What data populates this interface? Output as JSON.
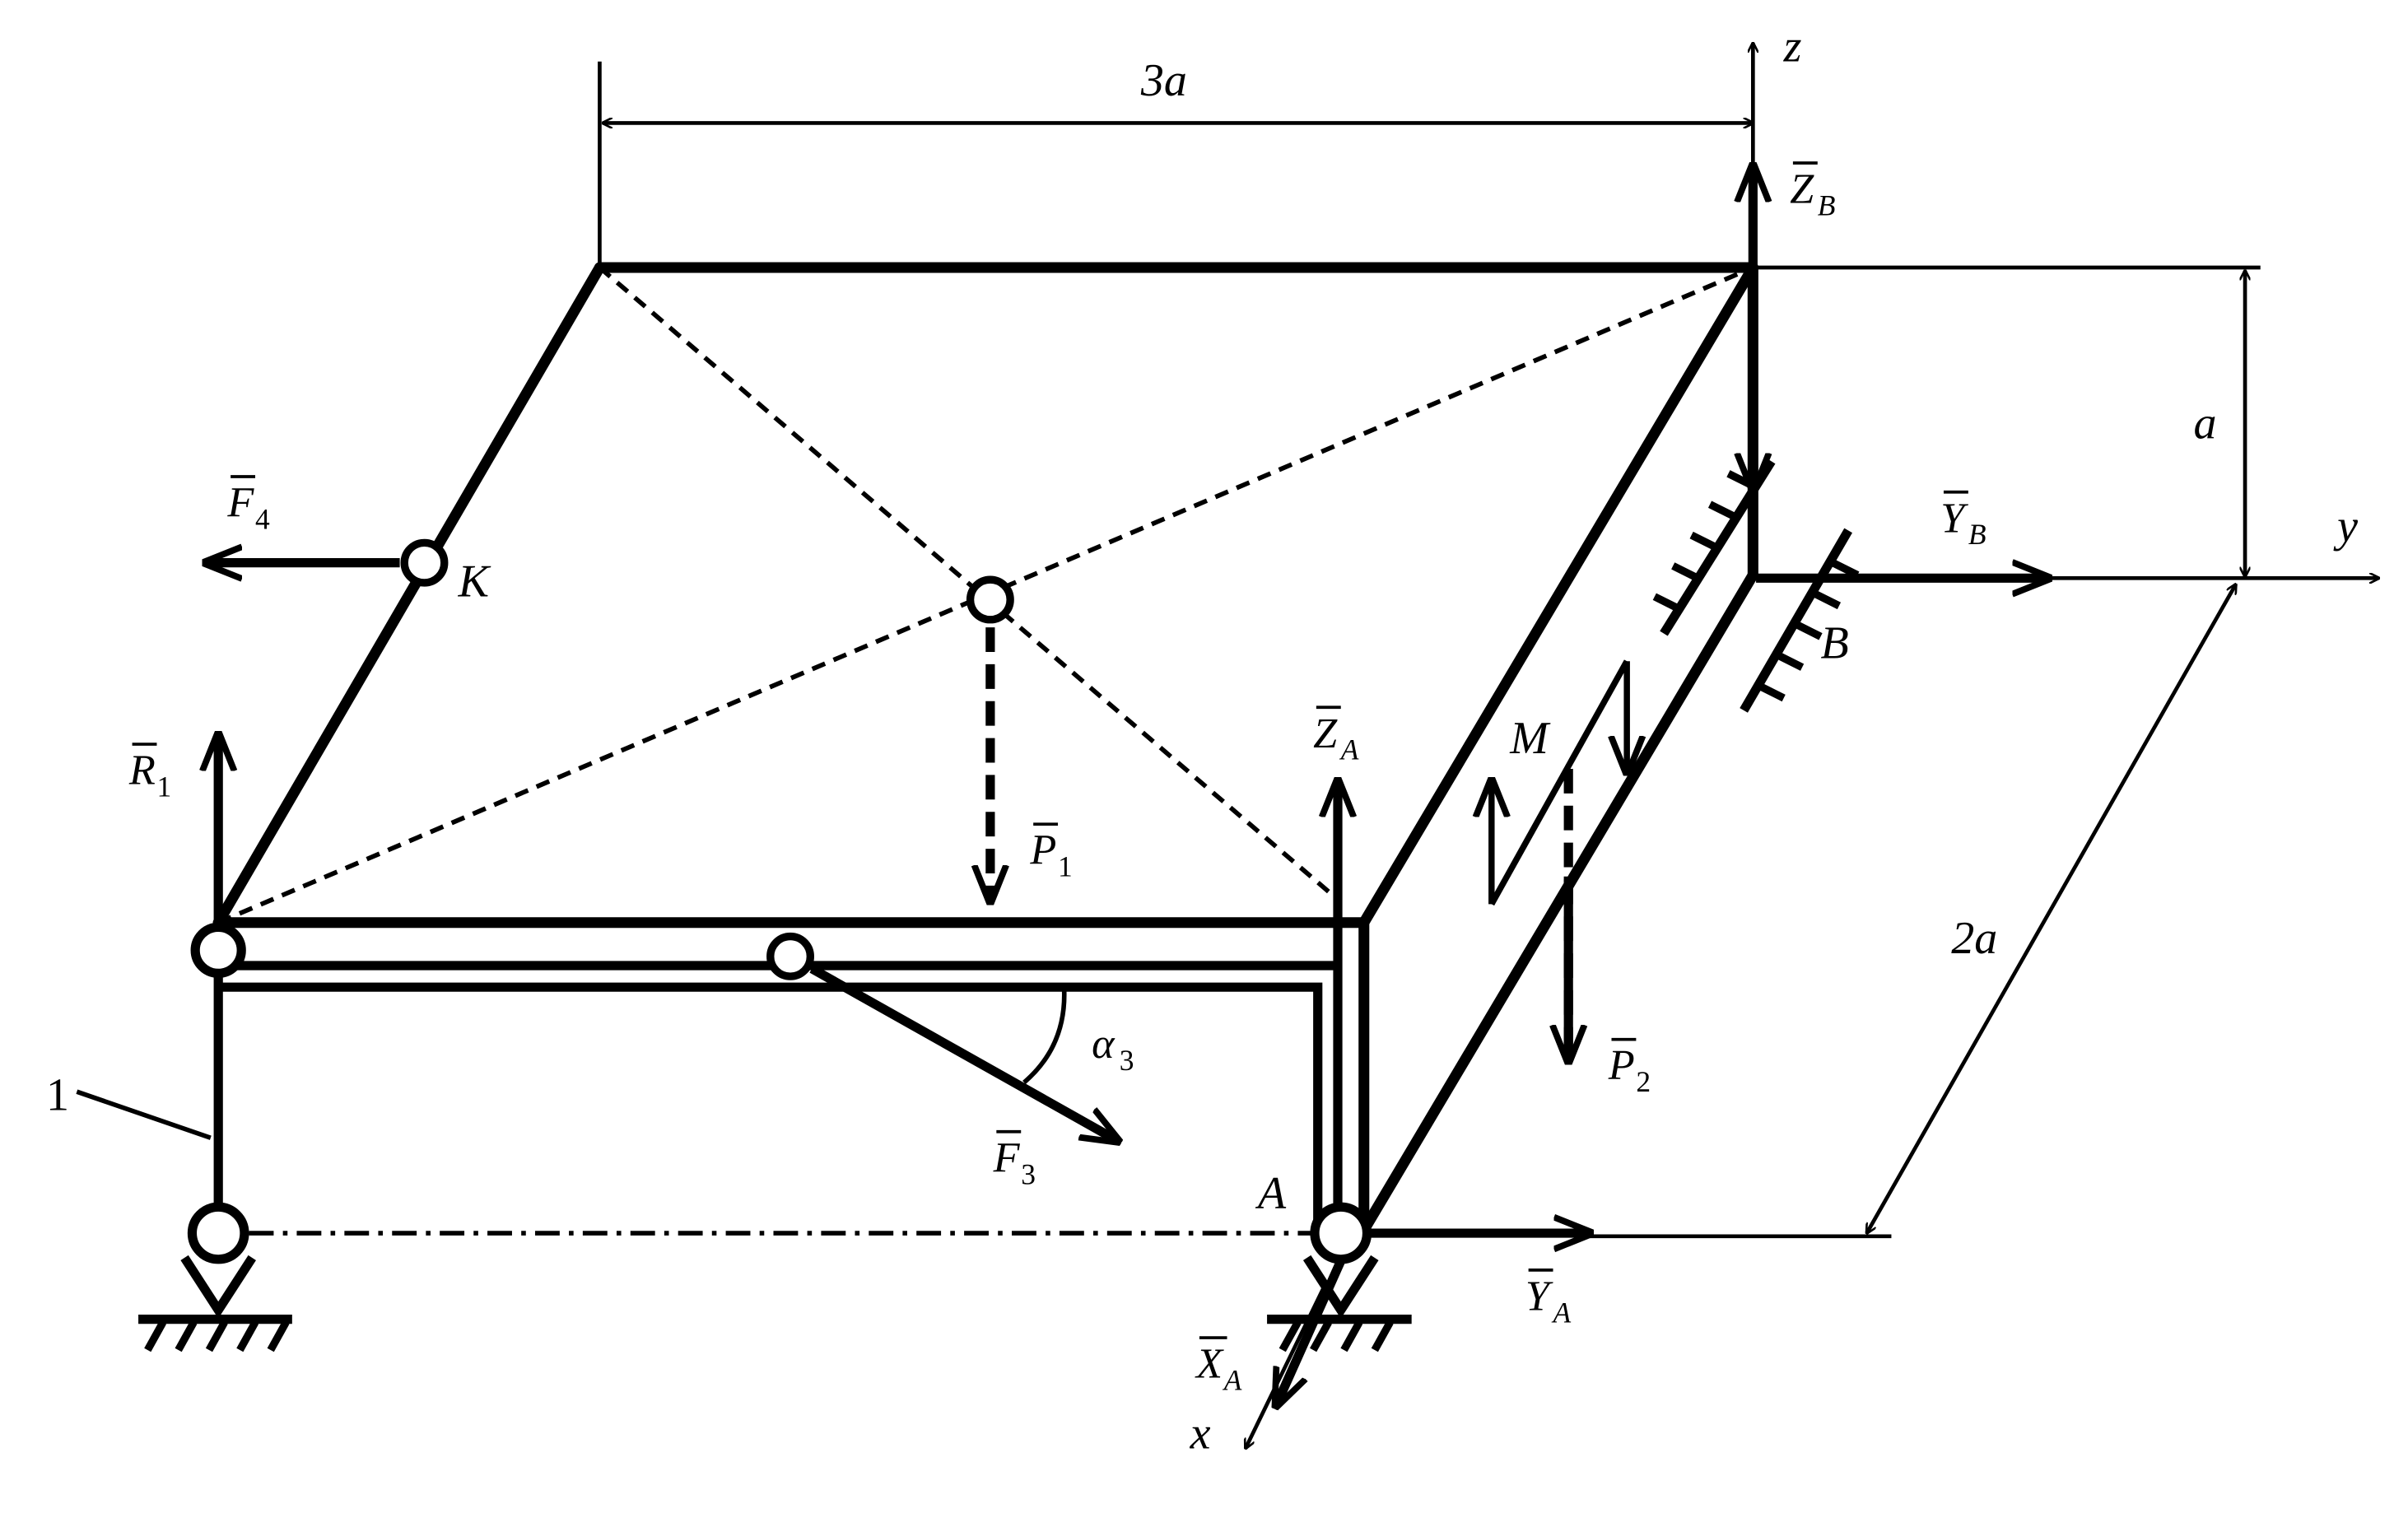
{
  "dimensions": {
    "width": "3a",
    "height": "a",
    "depth": "2a"
  },
  "axes": {
    "z": "z",
    "y": "y",
    "x": "x"
  },
  "points": {
    "K": "K",
    "B": "B",
    "A": "A",
    "M": "M",
    "one": "1"
  },
  "forces": {
    "ZB": {
      "base": "Z",
      "sub": "B"
    },
    "YB": {
      "base": "Y",
      "sub": "B"
    },
    "ZA": {
      "base": "Z",
      "sub": "A"
    },
    "YA": {
      "base": "Y",
      "sub": "A"
    },
    "XA": {
      "base": "X",
      "sub": "A"
    },
    "R1": {
      "base": "R",
      "sub": "1"
    },
    "F4": {
      "base": "F",
      "sub": "4"
    },
    "F3": {
      "base": "F",
      "sub": "3"
    },
    "P1": {
      "base": "P",
      "sub": "1"
    },
    "P2": {
      "base": "P",
      "sub": "2"
    },
    "alpha": {
      "base": "α",
      "sub": "3"
    }
  },
  "colors": {
    "ink": "#000000",
    "paper": "#ffffff"
  }
}
